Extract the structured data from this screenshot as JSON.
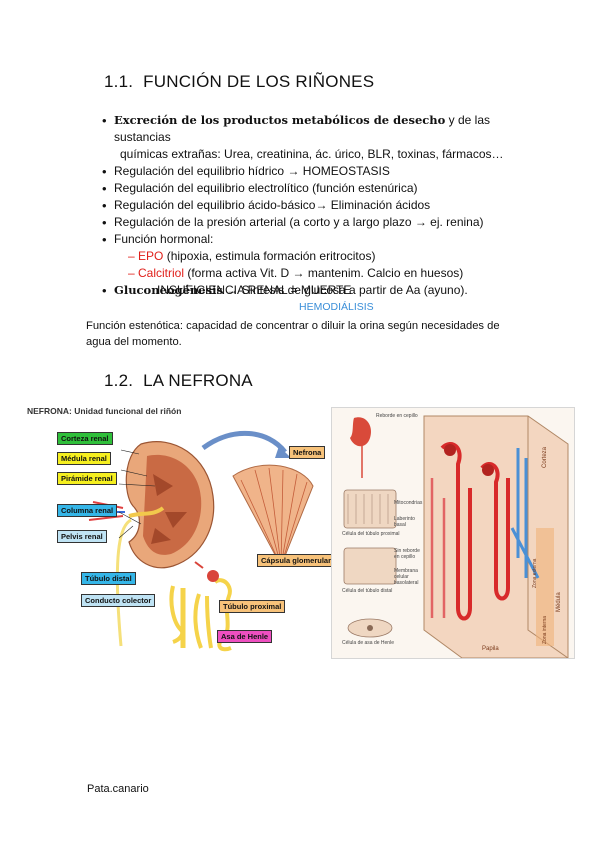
{
  "section1": {
    "number": "1.1.",
    "title": "FUNCIÓN DE LOS RIÑONES"
  },
  "bullets": {
    "b1_bold": "Excreción de los productos metabólicos de desecho",
    "b1_rest": " y de las sustancias",
    "b1_line2": "químicas extrañas: Urea, creatinina, ác. úrico, BLR, toxinas, fármacos…",
    "b2": "Regulación del equilibrio hídrico →   HOMEOSTASIS",
    "b3": "Regulación del equilibrio electrolítico (función estenúrica)",
    "b4": "Regulación del equilibrio ácido-básico→   Eliminación ácidos",
    "b5": "Regulación de la presión arterial (a corto y a largo plazo →   ej. renina)",
    "b6": "Función hormonal:",
    "sub1_red": "– EPO",
    "sub1_rest": " (hipoxia, estimula formación eritrocitos)",
    "sub2_red": "– Calcitriol",
    "sub2_rest": " (forma activa Vit. D →   mantenim. Calcio en huesos)",
    "b7_bold": "Gluconeogénesis",
    "b7_rest": " →   Síntesis de glucosa a partir de Aa (ayuno).",
    "insuficiencia": "INSUFICIENCIA RENAL = MUERTE",
    "hemodialisis": "HEMODIÁLISIS"
  },
  "paragraph": {
    "line1": "Función estenótica: capacidad de concentrar o diluir la orina según necesidades de",
    "line2": "agua del momento."
  },
  "section2": {
    "number": "1.2.",
    "title": "LA NEFRONA"
  },
  "figure_left": {
    "title": "NEFRONA: Unidad funcional del riñón",
    "labels": {
      "corteza": "Corteza renal",
      "medula": "Médula renal",
      "piramide": "Pirámide renal",
      "columna": "Columna renal",
      "pelvis": "Pelvis renal",
      "nefrona": "Nefrona",
      "capsula": "Cápsula glomerular",
      "tubulo_distal": "Túbulo distal",
      "conducto": "Conducto colector",
      "tubulo_proximal": "Túbulo proximal",
      "asa": "Asa de Henle"
    },
    "colors": {
      "green": "#2fbf3a",
      "yellow": "#f5ef1f",
      "blue": "#35b6e8",
      "light_blue": "#bfe3f4",
      "orange": "#f7c27a",
      "magenta": "#ee4fc0"
    }
  },
  "figure_right": {
    "labels": {
      "reborde": "Reborde en cepillo",
      "mitocondrias": "Mitocondrias",
      "laberinto": "Laberinto basal",
      "celula_proximal": "Célula del túbulo proximal",
      "sin_reborde": "Sin reborde en cepillo",
      "membrana": "Membrana celular basolateral",
      "celula_distal": "Célula del túbulo distal",
      "celula_henle": "Célula de asa de Henle",
      "corteza": "Corteza",
      "zona_externa": "Zona externa",
      "zona_interna": "Zona interna",
      "medula": "Médula",
      "papila": "Papila"
    },
    "colors": {
      "red": "#d82a2a",
      "blue": "#4a90d6",
      "tissue": "#f5d9c4"
    }
  },
  "footer": {
    "author": "Pata.canario"
  }
}
